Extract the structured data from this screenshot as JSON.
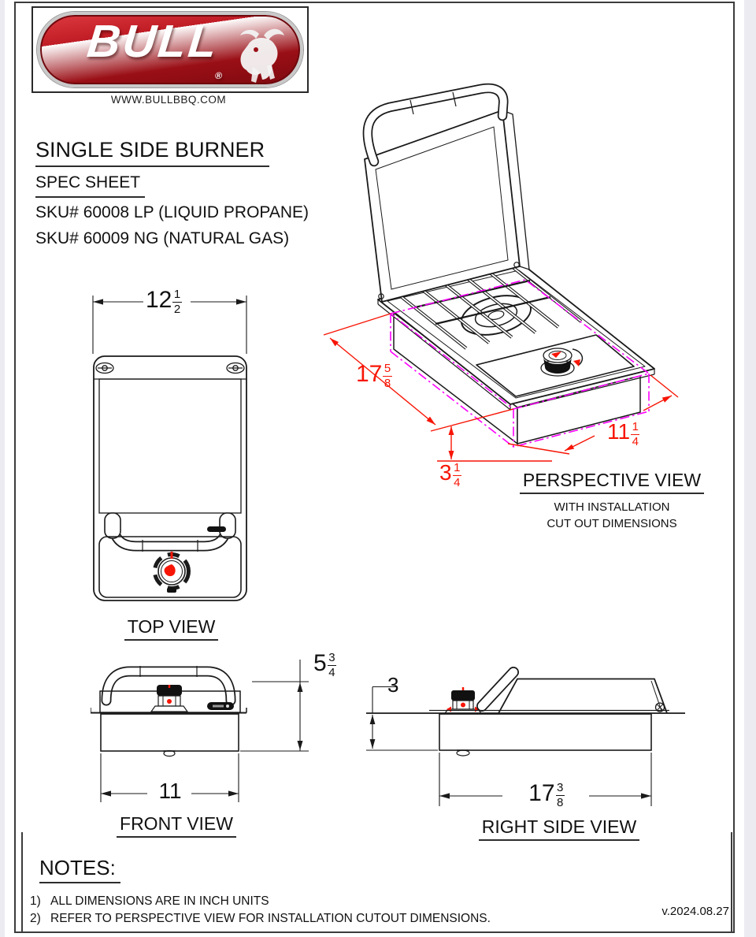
{
  "brand": {
    "logo_text": "BULL",
    "registered": "®",
    "website": "WWW.BULLBBQ.COM"
  },
  "title": {
    "product": "SINGLE SIDE BURNER",
    "doc_type": "SPEC SHEET",
    "sku_lp": "SKU# 60008 LP (LIQUID PROPANE)",
    "sku_ng": "SKU# 60009 NG (NATURAL GAS)"
  },
  "views": {
    "top": {
      "label": "TOP VIEW",
      "width": {
        "whole": "12",
        "num": "1",
        "den": "2"
      }
    },
    "perspective": {
      "label": "PERSPECTIVE VIEW",
      "subtitle_line1": "WITH INSTALLATION",
      "subtitle_line2": "CUT OUT DIMENSIONS",
      "cutout_length": {
        "whole": "17",
        "num": "5",
        "den": "8"
      },
      "cutout_depth": {
        "whole": "3",
        "num": "1",
        "den": "4"
      },
      "cutout_width": {
        "whole": "11",
        "num": "1",
        "den": "4"
      }
    },
    "front": {
      "label": "FRONT VIEW",
      "height": {
        "whole": "5",
        "num": "3",
        "den": "4"
      },
      "width": {
        "whole": "11"
      }
    },
    "right_side": {
      "label": "RIGHT SIDE VIEW",
      "insert_depth": {
        "whole": "3"
      },
      "length": {
        "whole": "17",
        "num": "3",
        "den": "8"
      }
    }
  },
  "notes": {
    "heading": "NOTES:",
    "items": [
      {
        "number": "1)",
        "text": "ALL DIMENSIONS ARE IN INCH UNITS"
      },
      {
        "number": "2)",
        "text": "REFER TO PERSPECTIVE VIEW FOR INSTALLATION CUTOUT DIMENSIONS."
      }
    ]
  },
  "footer": {
    "version": "v.2024.08.27"
  },
  "colors": {
    "dimension_red": "#f71505",
    "cutout_magenta": "#ff00ff",
    "drawing_line": "#1a1a1a",
    "logo_red": "#9a0f16"
  }
}
